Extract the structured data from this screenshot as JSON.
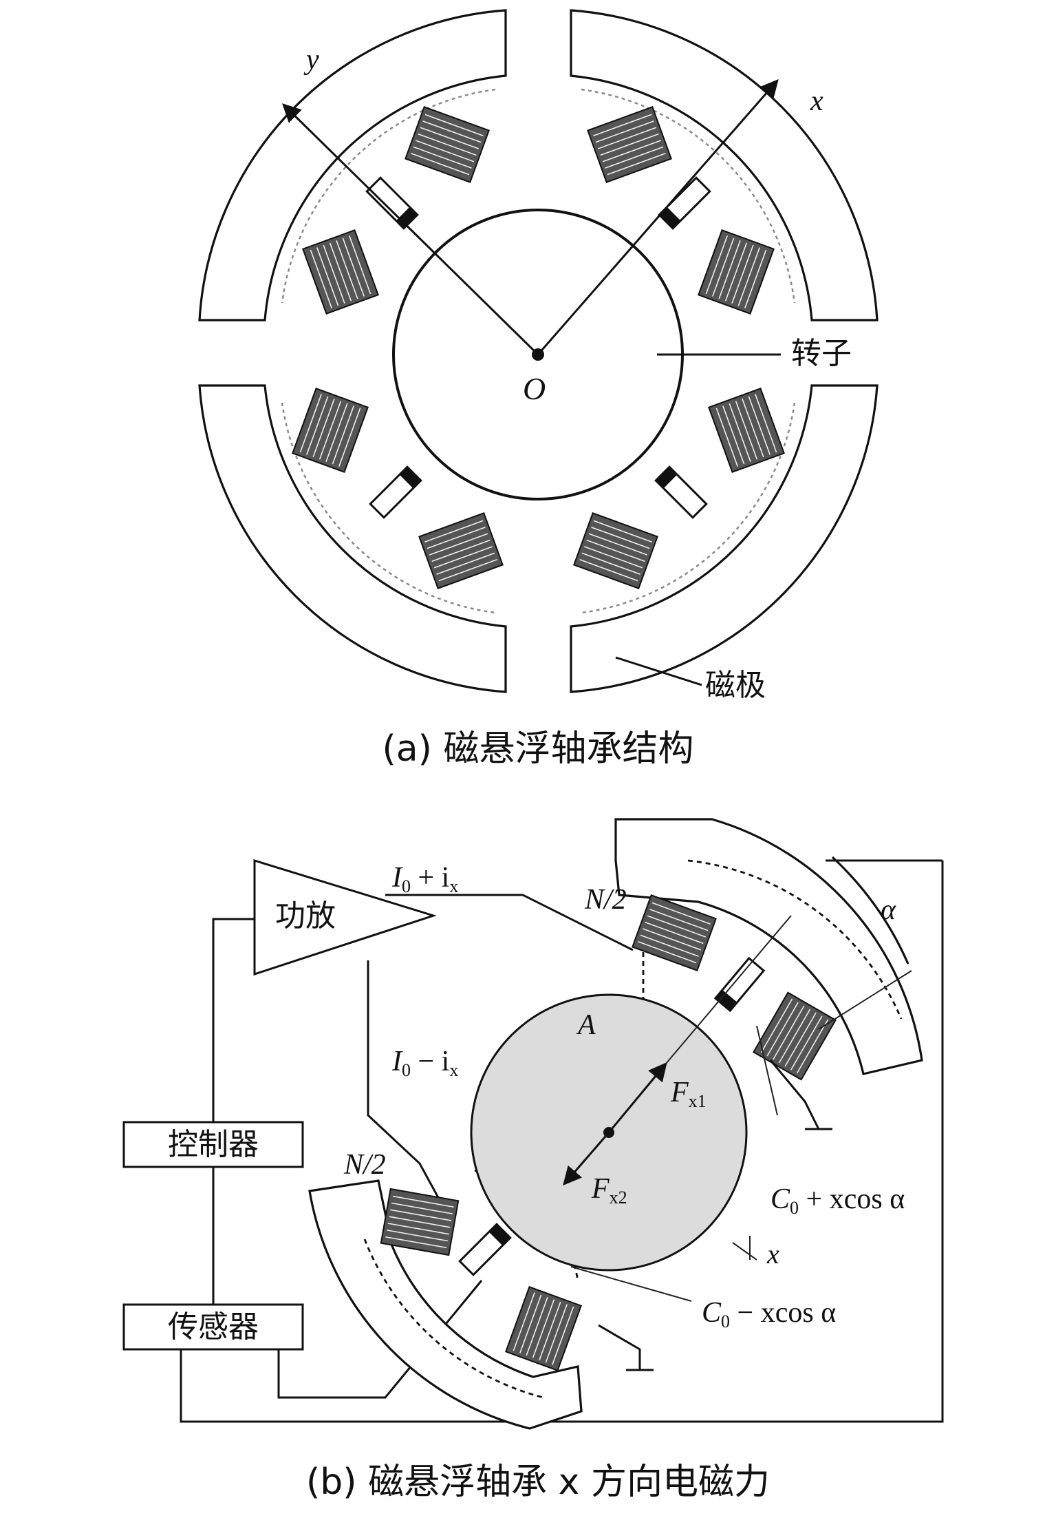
{
  "figure_a": {
    "axis_y": "y",
    "axis_x": "x",
    "origin": "O",
    "rotor_label": "转子",
    "pole_label": "磁极",
    "caption": "(a) 磁悬浮轴承结构"
  },
  "figure_b": {
    "amplifier": "功放",
    "controller": "控制器",
    "sensor": "传感器",
    "current_plus": {
      "main": "I",
      "sub": "0",
      "rest": " + i",
      "sub2": "x"
    },
    "current_minus": {
      "main": "I",
      "sub": "0",
      "rest": " − i",
      "sub2": "x"
    },
    "turns_top": "N/2",
    "turns_bottom": "N/2",
    "point_a": "A",
    "angle": "α",
    "force_1": {
      "main": "F",
      "sub": "x1"
    },
    "force_2": {
      "main": "F",
      "sub": "x2"
    },
    "gap_plus": {
      "main": "C",
      "sub": "0",
      "rest": " + xcos α"
    },
    "gap_minus": {
      "main": "C",
      "sub": "0",
      "rest": " − xcos α"
    },
    "displacement": "x",
    "caption": "(b) 磁悬浮轴承 x 方向电磁力"
  }
}
